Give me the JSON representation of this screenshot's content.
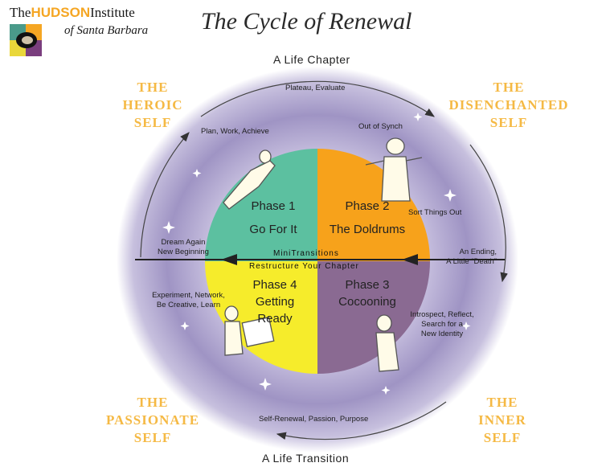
{
  "logo": {
    "prefix": "The",
    "brand": "HUDSON",
    "suffix": "Institute",
    "subtitle": "of Santa Barbara"
  },
  "title": "The Cycle of Renewal",
  "top_label": "A Life Chapter",
  "bottom_label": "A Life Transition",
  "selves": {
    "heroic": [
      "THE",
      "HEROIC",
      "SELF"
    ],
    "disenchanted": [
      "THE",
      "DISENCHANTED",
      "SELF"
    ],
    "passionate": [
      "THE",
      "PASSIONATE",
      "SELF"
    ],
    "inner": [
      "THE",
      "INNER",
      "SELF"
    ]
  },
  "notes": {
    "plateau": "Plateau, Evaluate",
    "plan": "Plan, Work, Achieve",
    "out_of_synch": "Out of Synch",
    "sort": "Sort Things Out",
    "dream": [
      "Dream Again",
      "New Beginning"
    ],
    "ending": [
      "An Ending,",
      "A Little “Death”"
    ],
    "experiment": [
      "Experiment, Network,",
      "Be Creative, Learn"
    ],
    "introspect": [
      "Introspect, Reflect,",
      "Search for a",
      "New Identity"
    ],
    "self_renewal": "Self-Renewal, Passion, Purpose"
  },
  "phases": [
    {
      "name": "Phase 1",
      "desc": [
        "Go For It"
      ],
      "color": "#5cc0a0"
    },
    {
      "name": "Phase 2",
      "desc": [
        "The Doldrums"
      ],
      "color": "#f7a21b"
    },
    {
      "name": "Phase 3",
      "desc": [
        "Cocooning"
      ],
      "color": "#8a6a92"
    },
    {
      "name": "Phase 4",
      "desc": [
        "Getting",
        "Ready"
      ],
      "color": "#f6ec2b"
    }
  ],
  "mini_transitions": "MiniTransitions",
  "restructure": "Restructure Your Chapter",
  "colors": {
    "self_text": "#f5b944",
    "brand": "#f5a623",
    "cosmos": "#8a7fb5"
  }
}
